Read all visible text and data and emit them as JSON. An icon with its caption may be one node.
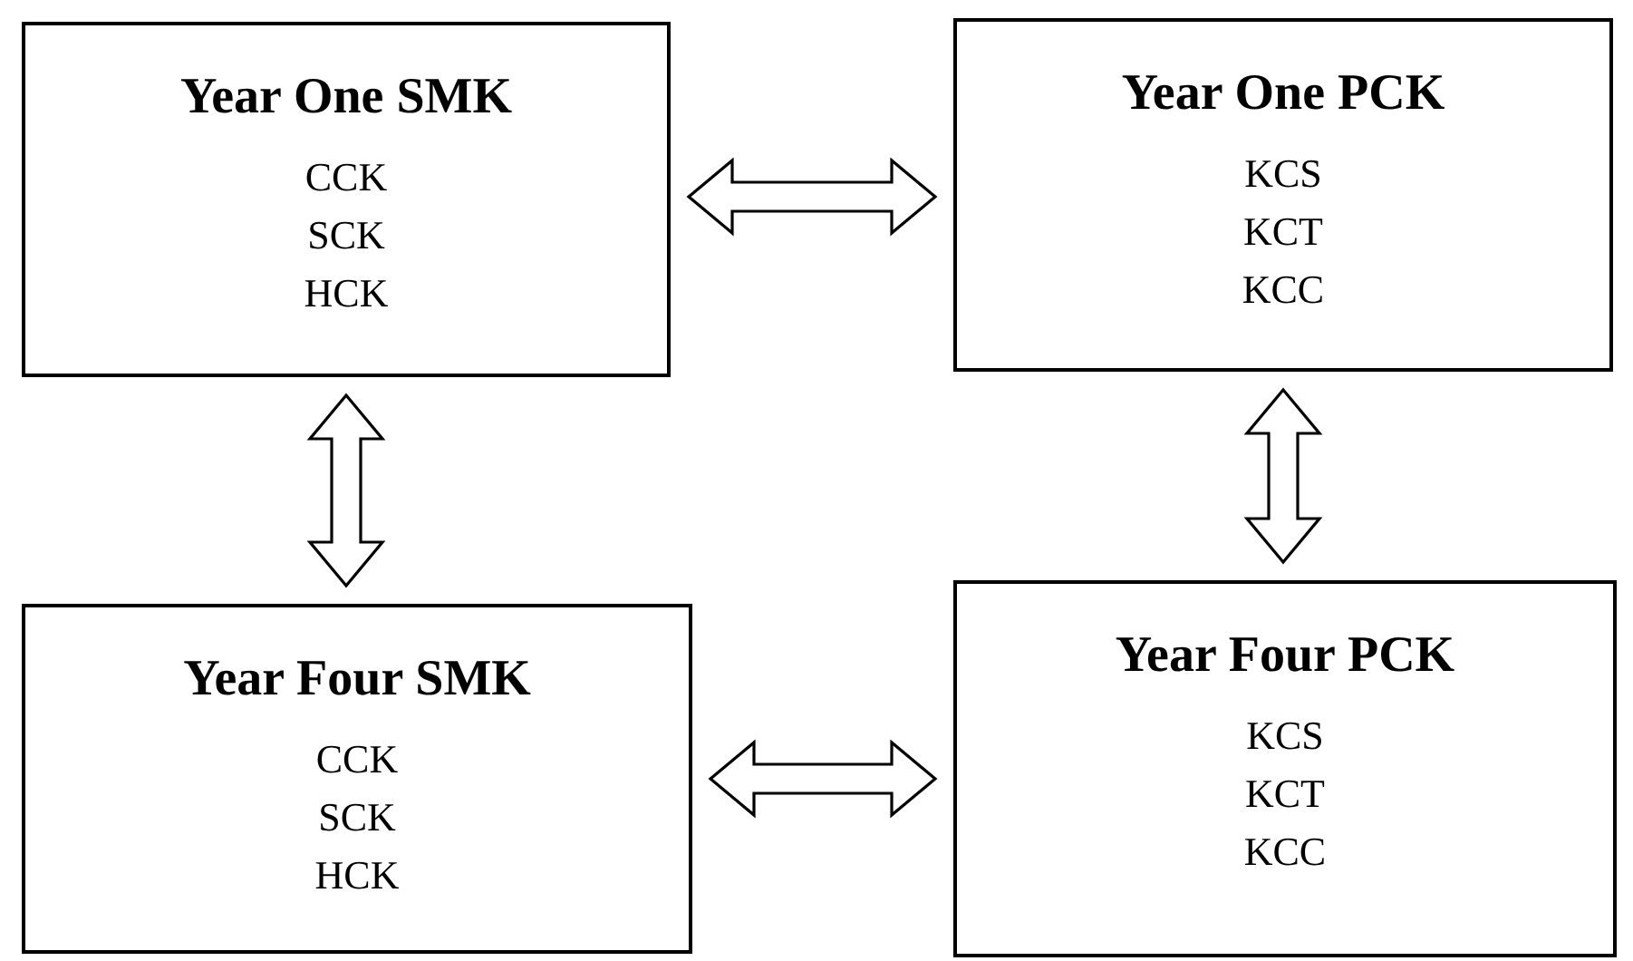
{
  "diagram": {
    "nodes": [
      {
        "text": [
          "Year One SMK",
          "CCK",
          "SCK",
          "HCK"
        ]
      },
      {
        "text": [
          "Year One PCK",
          "KCS",
          "KCT",
          "KCC"
        ]
      },
      {
        "text": [
          "Year Four SMK",
          "CCK",
          "SCK",
          "HCK"
        ]
      },
      {
        "text": [
          "Year Four PCK",
          "KCS",
          "KCT",
          "KCC"
        ]
      }
    ],
    "edges": [
      {
        "from": 0,
        "to": 1,
        "arrow": "both"
      },
      {
        "from": 0,
        "to": 2,
        "arrow": "both"
      },
      {
        "from": 1,
        "to": 3,
        "arrow": "both"
      },
      {
        "from": 2,
        "to": 3,
        "arrow": "both"
      }
    ]
  }
}
